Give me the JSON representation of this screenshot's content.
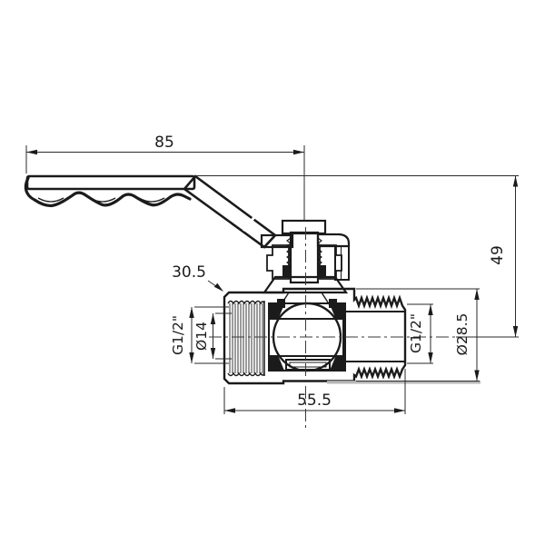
{
  "drawing": {
    "type": "technical-drawing",
    "subject": "ball valve with lever handle, longitudinal section",
    "dimensions": {
      "handle_length": "85",
      "overall_height": "49",
      "hex_flats": "30.5",
      "inlet_thread": "G1/2\"",
      "bore": "Ø14",
      "outlet_thread": "G1/2\"",
      "body_od": "Ø28.5",
      "body_length": "55.5"
    },
    "colors": {
      "line": "#1b1b1b",
      "dimension_line": "#2a2a2a",
      "shadow": "#b7b7b7",
      "background": "#ffffff"
    }
  }
}
